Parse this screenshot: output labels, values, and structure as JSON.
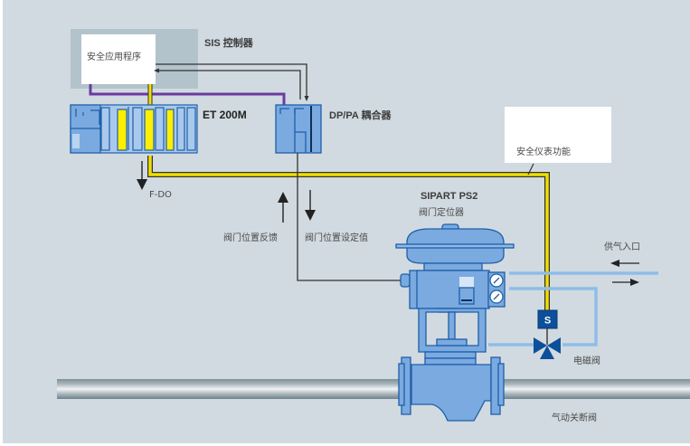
{
  "diagram": {
    "colors": {
      "background": "#d1dae0",
      "controller_panel": "#b3c3cc",
      "device_fill": "#7aaae0",
      "device_stroke": "#1e5fa8",
      "module_yellow": "#ffee00",
      "safety_line": "#f0e000",
      "bus_purple": "#6a3aa0",
      "signal_line": "#333333",
      "air_line": "#8fbce8",
      "solenoid": "#0d4f9a"
    },
    "labels": {
      "sis_controller": "SIS 控制器",
      "safety_application": "安全应用程序",
      "et200m": "ET 200M",
      "dp_pa_coupler": "DP/PA 耦合器",
      "safety_instrumented_function": "安全仪表功能",
      "f_do": "F-DO",
      "valve_position_feedback": "阀门位置反馈",
      "valve_position_setpoint": "阀门位置设定值",
      "positioner_model": "SIPART PS2",
      "positioner_name": "阀门定位器",
      "air_supply_inlet": "供气入口",
      "solenoid_valve": "电磁阀",
      "solenoid_symbol": "S",
      "pneumatic_shutoff_valve": "气动关断阀"
    }
  }
}
